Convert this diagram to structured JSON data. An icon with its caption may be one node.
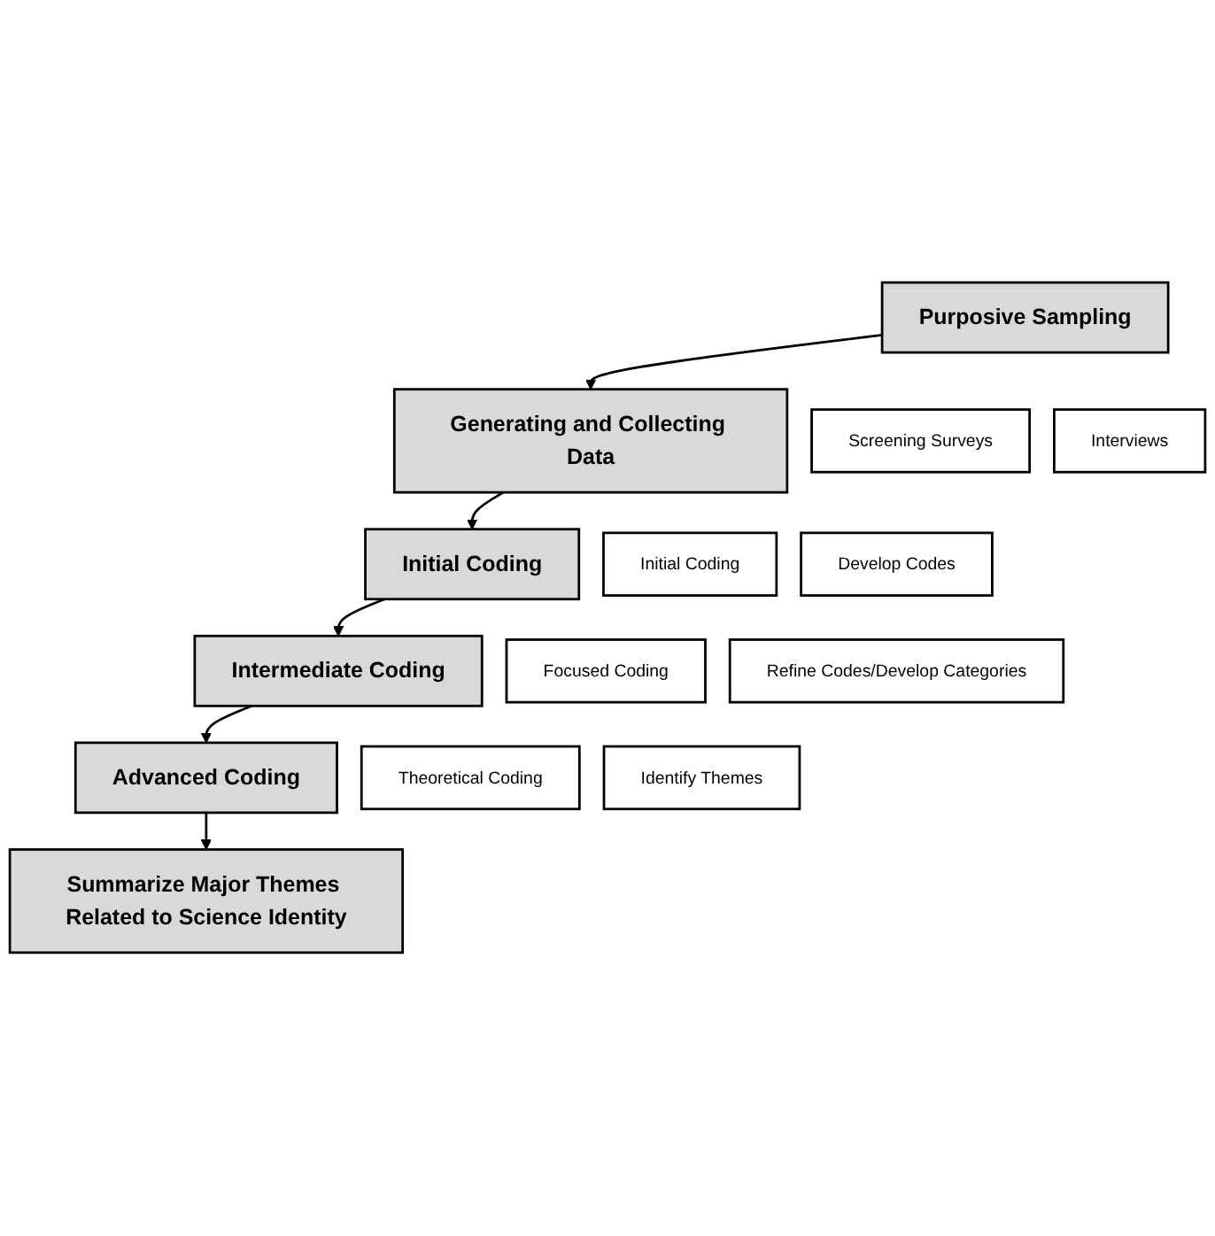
{
  "diagram": {
    "nodes": [
      {
        "text": [
          "Purposive Sampling"
        ]
      },
      {
        "text": [
          "Generating and Collecting Data"
        ]
      },
      {
        "text": [
          "Screening Surveys"
        ]
      },
      {
        "text": [
          "Interviews"
        ]
      },
      {
        "text": [
          "Initial Coding"
        ]
      },
      {
        "text": [
          "Initial Coding"
        ]
      },
      {
        "text": [
          "Develop Codes"
        ]
      },
      {
        "text": [
          "Intermediate Coding"
        ]
      },
      {
        "text": [
          "Focused Coding"
        ]
      },
      {
        "text": [
          "Refine Codes/Develop Categories"
        ]
      },
      {
        "text": [
          "Advanced Coding"
        ]
      },
      {
        "text": [
          "Theoretical Coding"
        ]
      },
      {
        "text": [
          "Identify Themes"
        ]
      },
      {
        "text": [
          "Summarize Major Themes Related to Science Identity"
        ]
      }
    ],
    "edges": [
      {
        "from": 0,
        "to": 1,
        "arrow": "to"
      },
      {
        "from": 1,
        "to": 4,
        "arrow": "to"
      },
      {
        "from": 4,
        "to": 7,
        "arrow": "to"
      },
      {
        "from": 7,
        "to": 10,
        "arrow": "to"
      },
      {
        "from": 10,
        "to": 13,
        "arrow": "to"
      }
    ]
  }
}
